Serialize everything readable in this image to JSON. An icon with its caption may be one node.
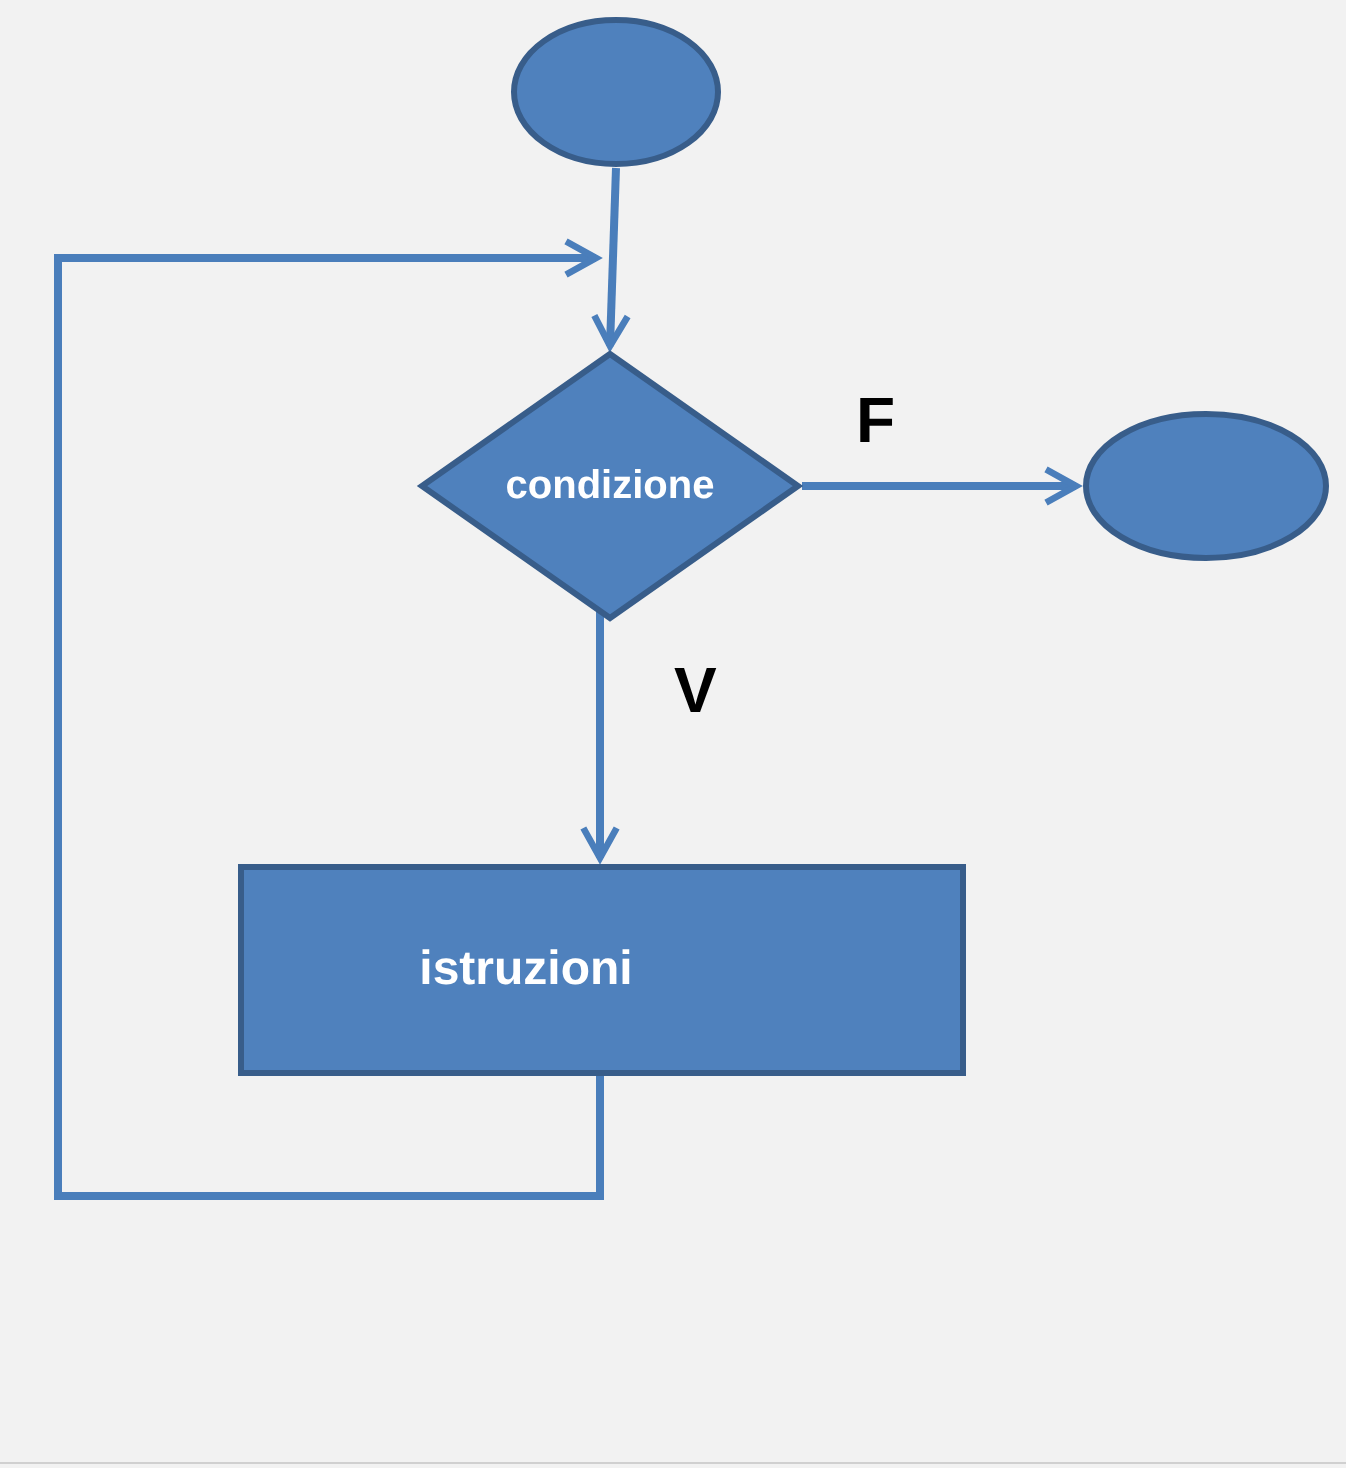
{
  "diagram": {
    "nodes": [
      {
        "text": [],
        "shape": "circle"
      },
      {
        "text": [
          "condizione"
        ]
      },
      {
        "text": [],
        "shape": "circle"
      },
      {
        "text": [
          "istruzioni"
        ]
      }
    ],
    "edges": [
      {
        "from": 0,
        "to": 1,
        "arrow": "to"
      },
      {
        "from": 1,
        "to": 2,
        "arrow": "to",
        "label": "F"
      },
      {
        "from": 1,
        "to": 3,
        "arrow": "to",
        "label": "V"
      },
      {
        "from": 3,
        "to": 1,
        "arrow": "to"
      }
    ]
  }
}
